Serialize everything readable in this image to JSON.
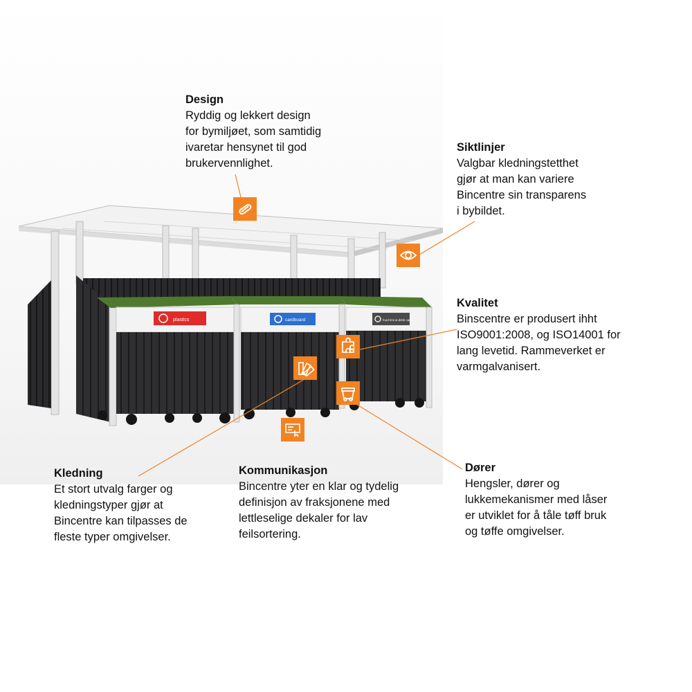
{
  "colors": {
    "accent": "#f28322",
    "cladding": "#2f2f32",
    "lid": "#4f7a2e",
    "frame": "#e6e6e6",
    "decal_red": "#e02b2b",
    "decal_blue": "#2c6fd1",
    "decal_grey": "#4a4a4a"
  },
  "decals": [
    {
      "text": "plastics"
    },
    {
      "text": "cardboard"
    },
    {
      "text": "food tins & drink cans"
    }
  ],
  "callouts": {
    "design": {
      "title": "Design",
      "body": "Ryddig og lekkert design\nfor bymiljøet, som samtidig\nivaretar hensynet til god\nbrukervennlighet.",
      "icon": "paperclip-icon"
    },
    "siktlinjer": {
      "title": "Siktlinjer",
      "body": "Valgbar kledningstetthet\ngjør at man kan variere\nBincentre sin transparens\ni bybildet.",
      "icon": "eye-icon"
    },
    "kvalitet": {
      "title": "Kvalitet",
      "body": "Binscentre er produsert ihht\nISO9001:2008, og ISO14001 for\nlang levetid. Rammeverket er\nvarmgalvanisert.",
      "icon": "puzzle-icon"
    },
    "kledning": {
      "title": "Kledning",
      "body": "Et stort utvalg farger og\nkledningstyper gjør at\nBincentre kan tilpasses de\nfleste typer omgivelser.",
      "icon": "swatch-icon"
    },
    "kommunikasjon": {
      "title": "Kommunikasjon",
      "body": "Bincentre yter en klar og tydelig\ndefinisjon av fraksjonene med\nlettleselige dekaler for lav\nfeilsortering.",
      "icon": "sign-icon"
    },
    "dorer": {
      "title": "Dører",
      "body": "Hengsler, dører og\nlukkemekanismer med låser\ner utviklet for å tåle tøff bruk\nog tøffe omgivelser.",
      "icon": "bin-icon"
    }
  }
}
